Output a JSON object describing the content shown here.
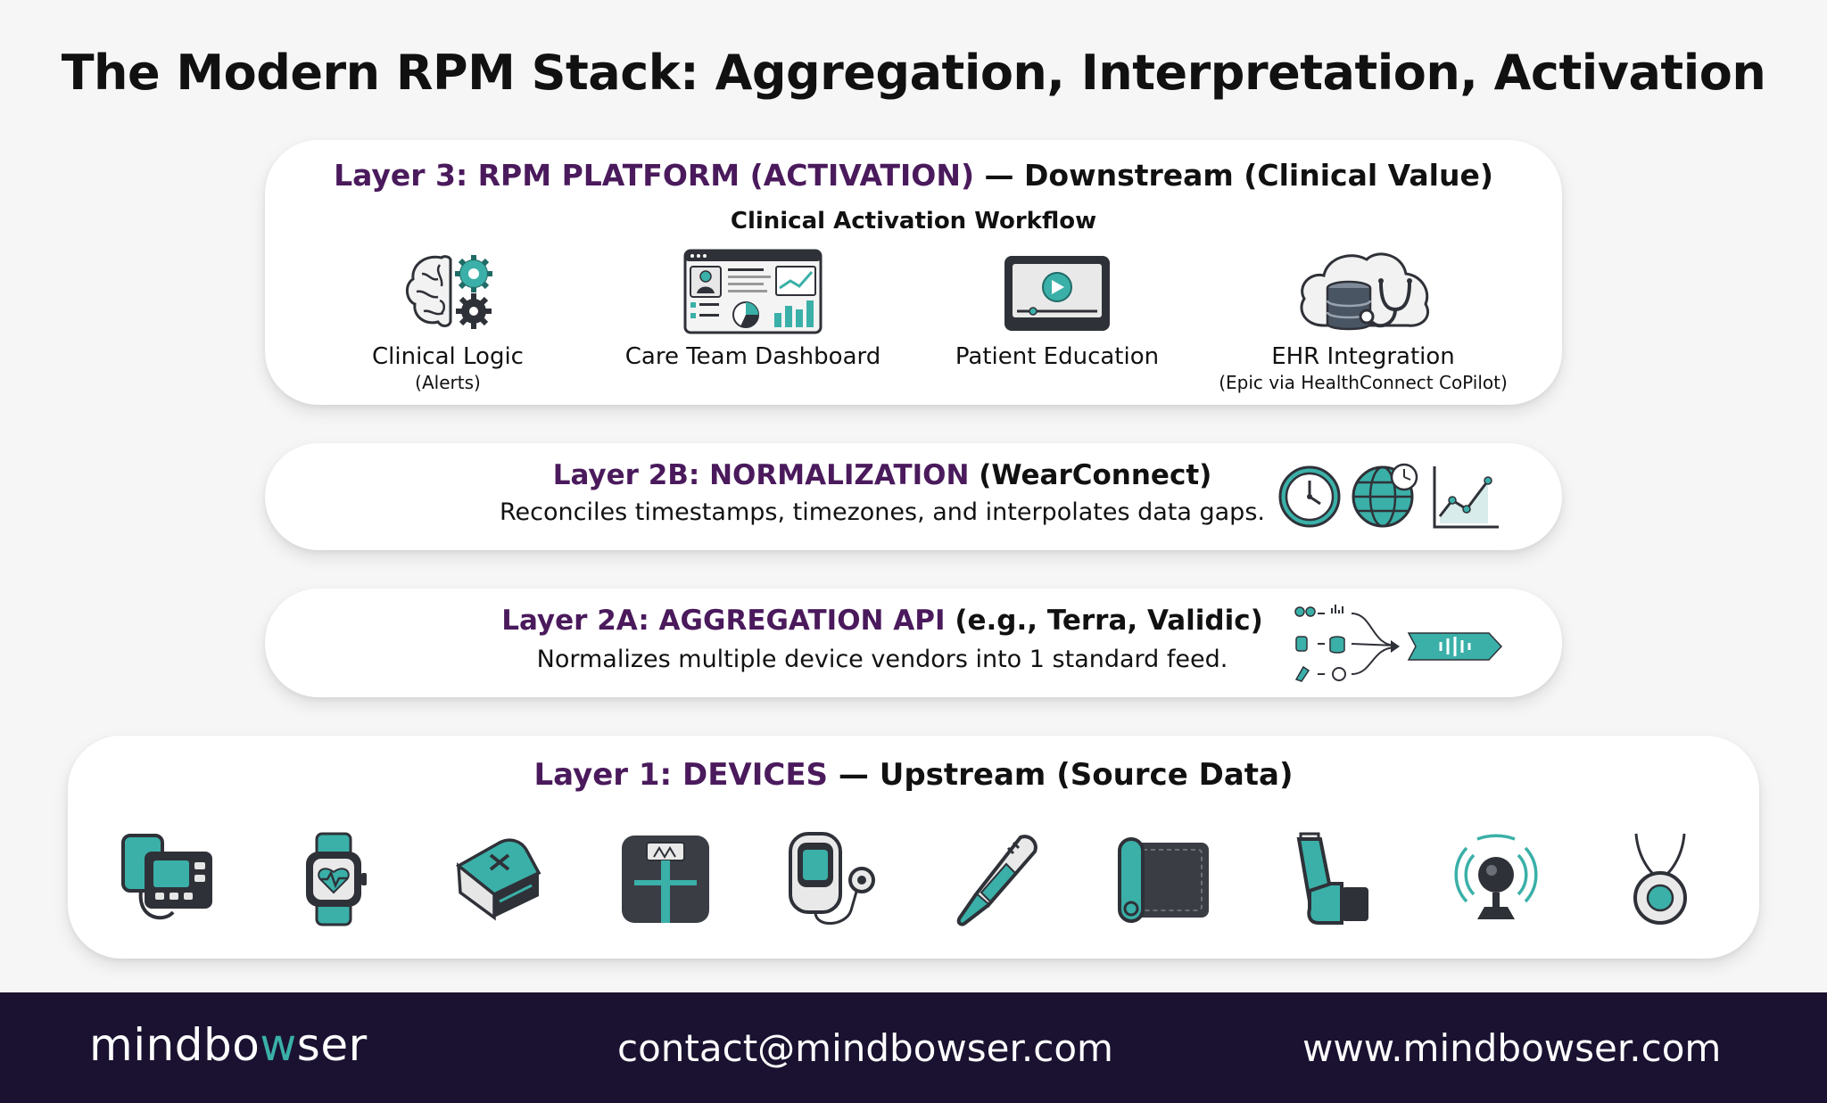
{
  "title": "The Modern RPM Stack: Aggregation, Interpretation, Activation",
  "colors": {
    "accent_purple": "#4a1a5c",
    "teal": "#3ab0a8",
    "dark_gray": "#2f3138",
    "footer_bg": "#1a1230"
  },
  "layer3": {
    "heading_accent": "Layer 3: RPM PLATFORM (ACTIVATION)",
    "heading_rest": " — Downstream (Clinical Value)",
    "subtitle": "Clinical Activation Workflow",
    "items": [
      {
        "icon": "brain-gears-icon",
        "label": "Clinical Logic",
        "note": "(Alerts)"
      },
      {
        "icon": "dashboard-icon",
        "label": "Care Team Dashboard",
        "note": ""
      },
      {
        "icon": "video-player-icon",
        "label": "Patient Education",
        "note": ""
      },
      {
        "icon": "cloud-database-stethoscope-icon",
        "label": "EHR Integration",
        "note": "(Epic via HealthConnect CoPilot)"
      }
    ]
  },
  "layer2b": {
    "heading_accent": "Layer 2B: NORMALIZATION",
    "heading_rest": " (WearConnect)",
    "description": "Reconciles timestamps, timezones, and interpolates data gaps.",
    "icons": [
      "clock-icon",
      "globe-clock-icon",
      "line-chart-icon"
    ]
  },
  "layer2a": {
    "heading_accent": "Layer 2A: AGGREGATION API",
    "heading_rest": " (e.g., Terra, Validic)",
    "description": "Normalizes multiple device vendors into 1 standard feed.",
    "icons": [
      "data-flow-icon"
    ]
  },
  "layer1": {
    "heading_accent": "Layer 1: DEVICES",
    "heading_rest": " — Upstream (Source Data)",
    "devices": [
      "blood-pressure-monitor-icon",
      "smartwatch-icon",
      "pulse-oximeter-icon",
      "smart-scale-icon",
      "glucose-monitor-icon",
      "thermometer-icon",
      "sleep-mat-icon",
      "inhaler-icon",
      "motion-sensor-icon",
      "pendant-icon"
    ]
  },
  "footer": {
    "logo_pre": "mindbo",
    "logo_w": "w",
    "logo_post": "ser",
    "contact": "contact@mindbowser.com",
    "website": "www.mindbowser.com"
  }
}
